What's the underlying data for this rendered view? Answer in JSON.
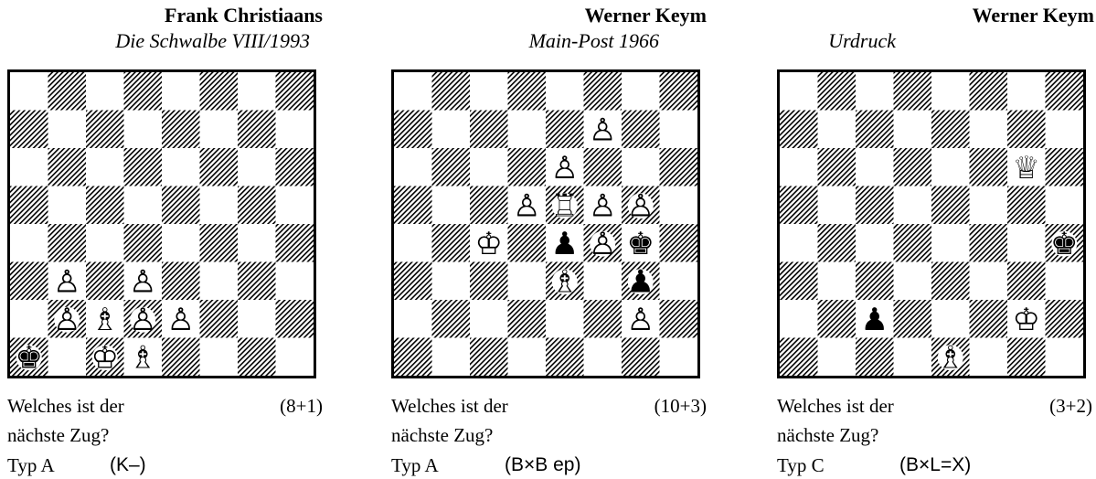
{
  "problems": [
    {
      "author": "Frank Christiaans",
      "source": "Die Schwalbe  VIII/1993",
      "question_line1": "Welches ist der",
      "question_line2": "nächste Zug?",
      "count": "(8+1)",
      "typ": "Typ A",
      "note": "(K–)",
      "pieces": [
        {
          "sq": "a1",
          "p": "k"
        },
        {
          "sq": "c1",
          "p": "K"
        },
        {
          "sq": "d1",
          "p": "B"
        },
        {
          "sq": "b2",
          "p": "P"
        },
        {
          "sq": "c2",
          "p": "B"
        },
        {
          "sq": "d2",
          "p": "P"
        },
        {
          "sq": "e2",
          "p": "P"
        },
        {
          "sq": "b3",
          "p": "P"
        },
        {
          "sq": "d3",
          "p": "P"
        }
      ]
    },
    {
      "author": "Werner Keym",
      "source": "Main-Post  1966",
      "question_line1": "Welches ist der",
      "question_line2": "nächste Zug?",
      "count": "(10+3)",
      "typ": "Typ A",
      "note": "(B×B ep)",
      "pieces": [
        {
          "sq": "f7",
          "p": "P"
        },
        {
          "sq": "e6",
          "p": "P"
        },
        {
          "sq": "d5",
          "p": "P"
        },
        {
          "sq": "e5",
          "p": "R"
        },
        {
          "sq": "f5",
          "p": "P"
        },
        {
          "sq": "g5",
          "p": "P"
        },
        {
          "sq": "c4",
          "p": "K"
        },
        {
          "sq": "e4",
          "p": "p"
        },
        {
          "sq": "f4",
          "p": "P"
        },
        {
          "sq": "g4",
          "p": "k"
        },
        {
          "sq": "e3",
          "p": "B"
        },
        {
          "sq": "g3",
          "p": "p"
        },
        {
          "sq": "g2",
          "p": "P"
        }
      ]
    },
    {
      "author": "Werner Keym",
      "source": "Urdruck",
      "question_line1": "Welches ist der",
      "question_line2": "nächste Zug?",
      "count": "(3+2)",
      "typ": "Typ C",
      "note": "(B×L=X)",
      "pieces": [
        {
          "sq": "g6",
          "p": "Q"
        },
        {
          "sq": "h4",
          "p": "k"
        },
        {
          "sq": "c2",
          "p": "p"
        },
        {
          "sq": "g2",
          "p": "K"
        },
        {
          "sq": "e1",
          "p": "B"
        }
      ]
    }
  ]
}
